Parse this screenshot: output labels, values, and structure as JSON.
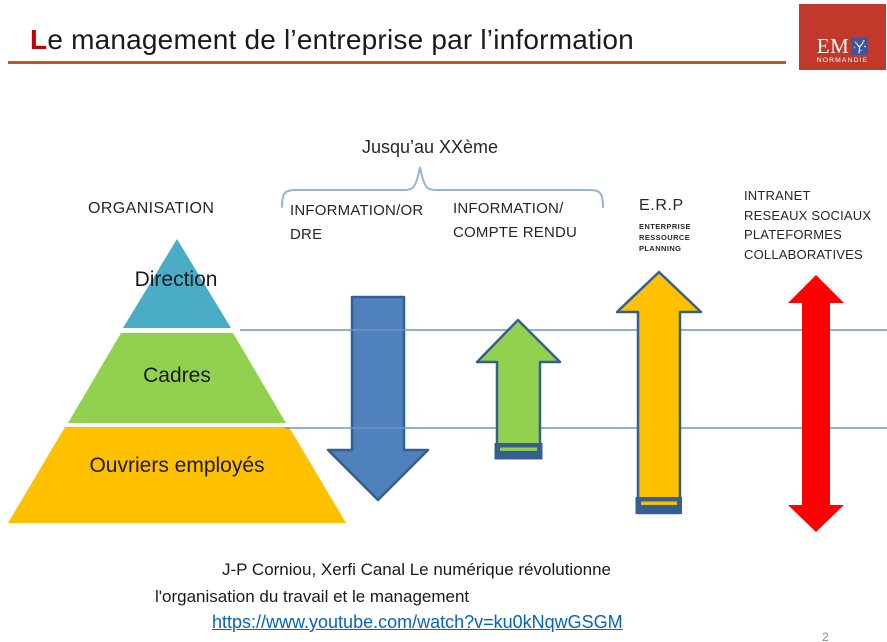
{
  "slide": {
    "title": {
      "highlight": "L",
      "rest": "e management de l’entreprise par l’information"
    },
    "page_number": "2"
  },
  "logo": {
    "acronym": "EM",
    "region": "NORMANDIE"
  },
  "diagram": {
    "era_label": "Jusqu’au XXème",
    "organisation_label": "ORGANISATION",
    "columns": {
      "ordre": {
        "line1": "INFORMATION/OR",
        "line2": "DRE"
      },
      "compte_rendu": {
        "line1": "INFORMATION/",
        "line2": "COMPTE RENDU"
      },
      "erp": {
        "title": "E.R.P",
        "sub1": "ENTERPRISE",
        "sub2": "RESSOURCE",
        "sub3": "PLANNING"
      },
      "intranet": {
        "line1": "INTRANET",
        "line2": "RESEAUX SOCIAUX",
        "line3": "PLATEFORMES",
        "line4": "COLLABORATIVES"
      }
    },
    "pyramid": {
      "levels": [
        {
          "label": "Direction",
          "color": "#4BACC6"
        },
        {
          "label": "Cadres",
          "color": "#92D050"
        },
        {
          "label": "Ouvriers employés",
          "color": "#FFC000"
        }
      ]
    },
    "arrows": {
      "down_blue": "#4F81BD",
      "up_green": "#92D050",
      "up_orange": "#FFC000",
      "double_red": "#FF0000",
      "border": "#365F91"
    }
  },
  "footer": {
    "line1": "J-P Corniou, Xerfi Canal Le numérique révolutionne",
    "line2": "l'organisation du travail et le management",
    "link": "https://www.youtube.com/watch?v=ku0kNqwGSGM"
  },
  "palette": {
    "title_highlight": "#C00000",
    "underline": "#BE5A1D",
    "logo_bg": "#C0392B",
    "logo_square": "#3A55A4",
    "level_line": "#6B96C9",
    "brace": "#95B3D7",
    "link": "#0563C1"
  }
}
